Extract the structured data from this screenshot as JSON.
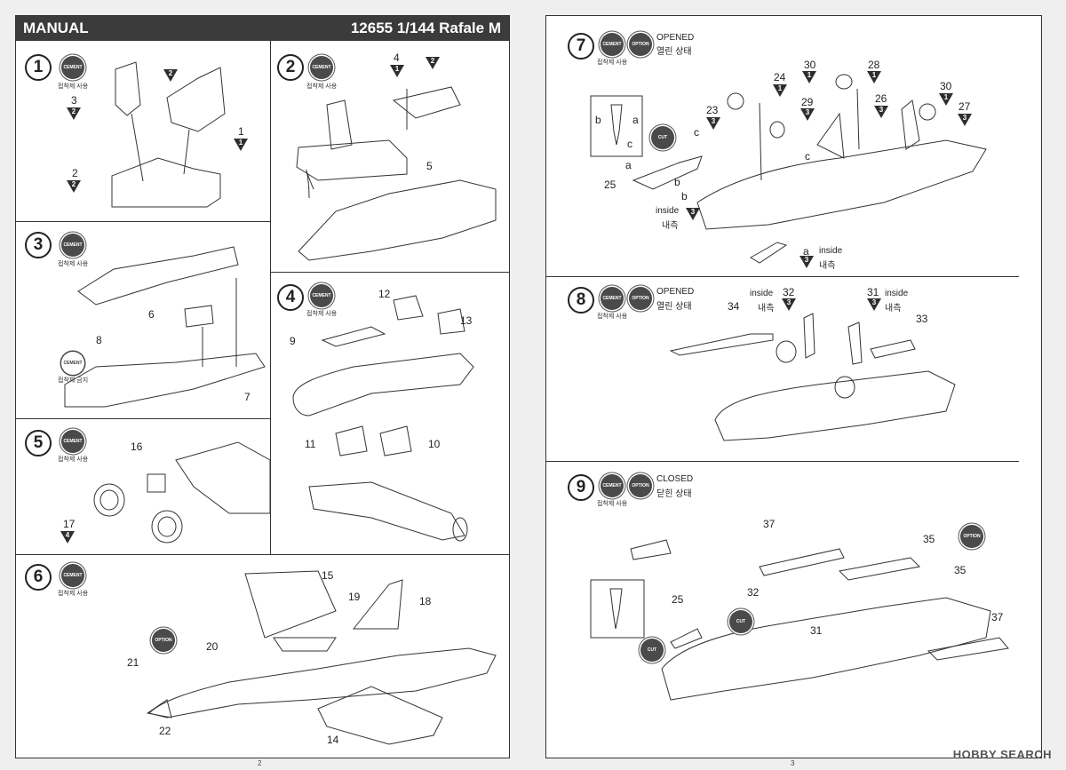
{
  "header": {
    "title": "MANUAL",
    "product": "12655 1/144 Rafale M"
  },
  "labels": {
    "cement": "CEMENT",
    "cement_use": "접착제 사용",
    "cement_no": "접착제 금지",
    "option": "OPTION",
    "cut": "CUT"
  },
  "steps": {
    "s1": {
      "number": "1"
    },
    "s2": {
      "number": "2"
    },
    "s3": {
      "number": "3"
    },
    "s4": {
      "number": "4"
    },
    "s5": {
      "number": "5"
    },
    "s6": {
      "number": "6"
    },
    "s7": {
      "number": "7",
      "state_en": "OPENED",
      "state_ko": "열린 상태"
    },
    "s8": {
      "number": "8",
      "state_en": "OPENED",
      "state_ko": "열린 상태"
    },
    "s9": {
      "number": "9",
      "state_en": "CLOSED",
      "state_ko": "닫힌 상태"
    }
  },
  "parts": {
    "p1": "1",
    "p2": "2",
    "p3": "3",
    "p4": "4",
    "p5": "5",
    "p6": "6",
    "p7": "7",
    "p8": "8",
    "p9": "9",
    "p10": "10",
    "p11": "11",
    "p12": "12",
    "p13": "13",
    "p14": "14",
    "p15": "15",
    "p16": "16",
    "p17": "17",
    "p18": "18",
    "p19": "19",
    "p20": "20",
    "p21": "21",
    "p22": "22",
    "p23": "23",
    "p24": "24",
    "p25": "25",
    "p26": "26",
    "p27": "27",
    "p28": "28",
    "p29": "29",
    "p30": "30",
    "p31": "31",
    "p32": "32",
    "p33": "33",
    "p34": "34",
    "p35": "35",
    "p37": "37",
    "sa": "a",
    "sb": "b",
    "sc": "c"
  },
  "words": {
    "inside": "inside",
    "inside_ko": "내측"
  },
  "tri_values": {
    "one": "1",
    "two": "2",
    "three": "3",
    "four": "4"
  },
  "footer": {
    "page_left": "2",
    "page_right": "3",
    "watermark": "HOBBY SEARCH"
  }
}
